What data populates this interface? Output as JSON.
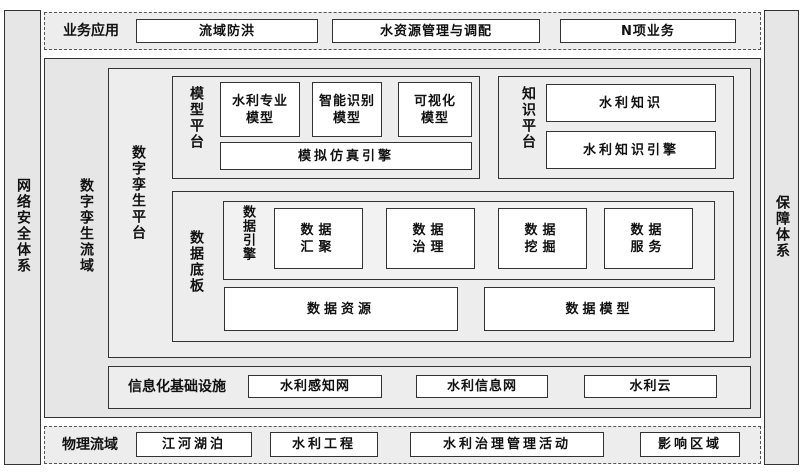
{
  "left_side": "网络安全体系",
  "right_side": "保障体系",
  "business": {
    "title": "业务应用",
    "items": [
      "流域防洪",
      "水资源管理与调配",
      "N项业务"
    ]
  },
  "twin_domain": "数字孪生流域",
  "twin_platform": "数字孪生平台",
  "model_platform": {
    "title": "模型平台",
    "items": [
      "水利专业\n模型",
      "智能识别\n模型",
      "可视化\n模型"
    ],
    "engine": "模拟仿真引擎"
  },
  "knowledge_platform": {
    "title": "知识平台",
    "items": [
      "水利知识",
      "水利知识引擎"
    ]
  },
  "data_base": {
    "title": "数据底板",
    "engine_title": "数据引擎",
    "engine_items": [
      "数据\n汇聚",
      "数据\n治理",
      "数据\n挖掘",
      "数据\n服务"
    ],
    "resources": "数据资源",
    "model": "数据模型"
  },
  "infrastructure": {
    "title": "信息化基础设施",
    "items": [
      "水利感知网",
      "水利信息网",
      "水利云"
    ]
  },
  "physical": {
    "title": "物理流域",
    "items": [
      "江河湖泊",
      "水利工程",
      "水利治理管理活动",
      "影响区域"
    ]
  }
}
